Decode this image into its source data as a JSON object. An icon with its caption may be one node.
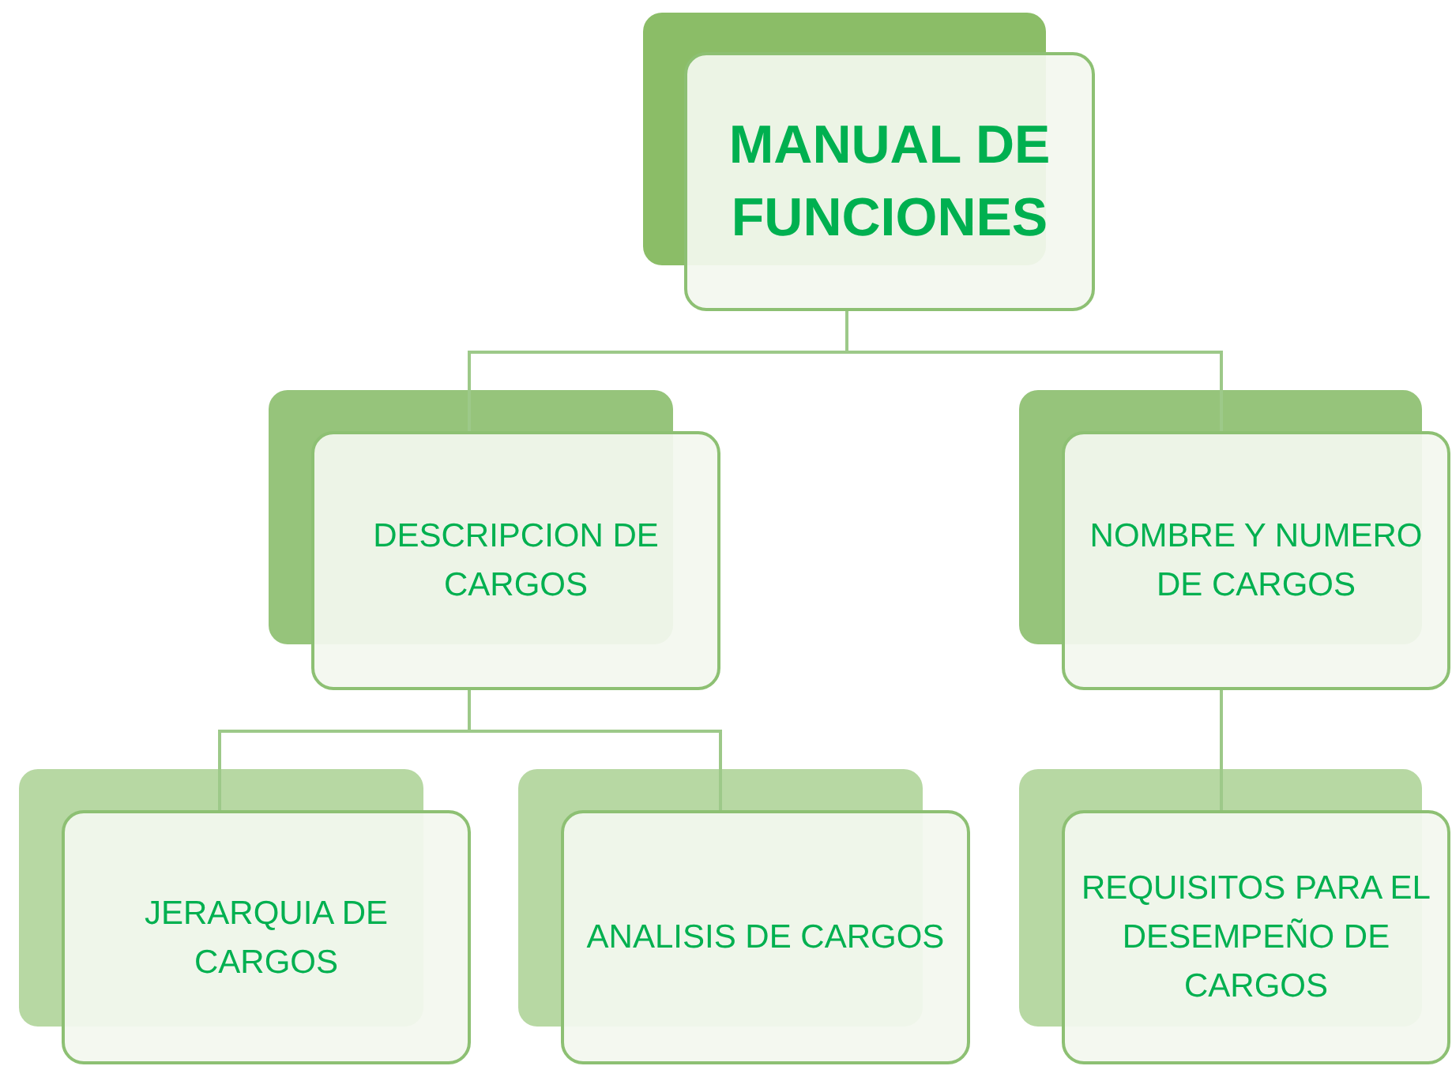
{
  "diagram": {
    "nodes": [
      {
        "text": [
          "MANUAL DE FUNCIONES"
        ]
      },
      {
        "text": [
          "DESCRIPCION DE CARGOS"
        ]
      },
      {
        "text": [
          "NOMBRE Y NUMERO DE CARGOS"
        ]
      },
      {
        "text": [
          "JERARQUIA DE CARGOS"
        ]
      },
      {
        "text": [
          "ANALISIS DE CARGOS"
        ]
      },
      {
        "text": [
          "REQUISITOS PARA EL DESEMPEÑO DE CARGOS"
        ]
      }
    ],
    "edges": [
      {
        "from": 0,
        "to": 1,
        "arrow": "none"
      },
      {
        "from": 0,
        "to": 2,
        "arrow": "none"
      },
      {
        "from": 1,
        "to": 3,
        "arrow": "none"
      },
      {
        "from": 1,
        "to": 4,
        "arrow": "none"
      },
      {
        "from": 2,
        "to": 5,
        "arrow": "none"
      }
    ]
  }
}
